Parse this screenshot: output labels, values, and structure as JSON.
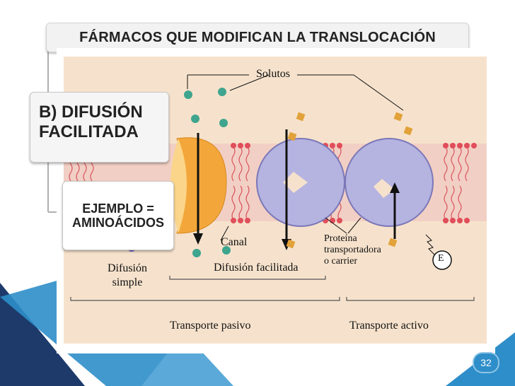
{
  "slide": {
    "title": "FÁRMACOS QUE MODIFICAN LA TRANSLOCACIÓN",
    "section_line1": "B) DIFUSIÓN",
    "section_line2": "FACILITADA",
    "example_line1": "EJEMPLO =",
    "example_line2": "AMINOÁCIDOS",
    "page_number": "32"
  },
  "figure": {
    "solutos": "Solutos",
    "canal": "Canal",
    "proteina1": "Proteína",
    "proteina2": "transportadora",
    "proteina3": "o carrier",
    "e_label": "E",
    "difusion_simple1": "Difusión",
    "difusion_simple2": "simple",
    "difusion_facilitada": "Difusión facilitada",
    "transporte_pasivo": "Transporte pasivo",
    "transporte_activo": "Transporte activo"
  },
  "colors": {
    "accent_blue": "#2e8ec9",
    "dark_blue": "#1d3a6b",
    "membrane_bg": "#f6e2cc"
  }
}
